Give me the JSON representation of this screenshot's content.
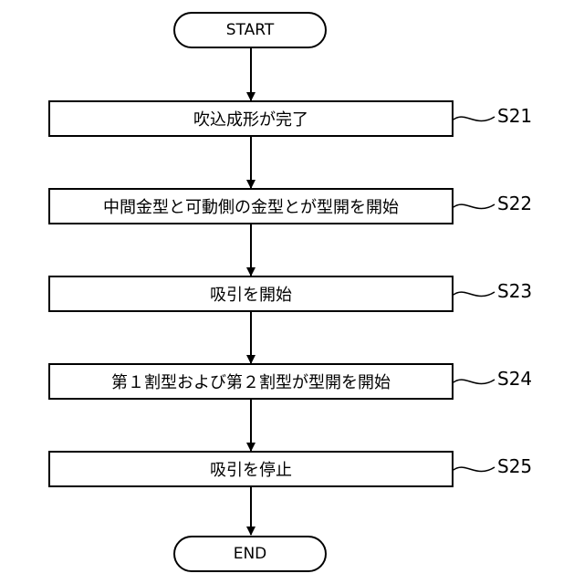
{
  "flowchart": {
    "start_label": "START",
    "end_label": "END",
    "steps": [
      {
        "code": "S21",
        "text": "吹込成形が完了"
      },
      {
        "code": "S22",
        "text": "中間金型と可動側の金型とが型開を開始"
      },
      {
        "code": "S23",
        "text": "吸引を開始"
      },
      {
        "code": "S24",
        "text": "第１割型および第２割型が型開を開始"
      },
      {
        "code": "S25",
        "text": "吸引を停止"
      }
    ]
  }
}
